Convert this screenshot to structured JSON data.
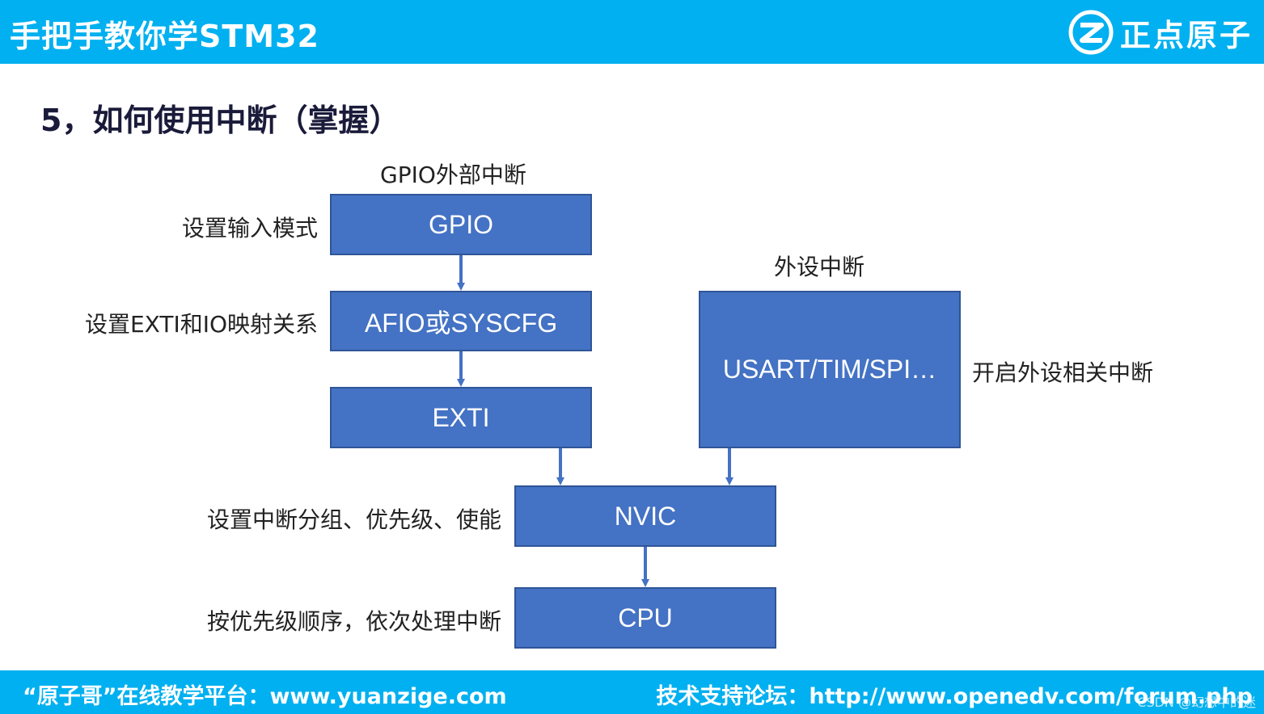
{
  "header": {
    "title": "手把手教你学STM32",
    "logo_text": "正点原子",
    "logo_icon": "zdyz-logo-icon"
  },
  "section_title": "5，如何使用中断（掌握）",
  "diagram": {
    "gpio_group_title": "GPIO外部中断",
    "periph_group_title": "外设中断",
    "boxes": {
      "gpio": "GPIO",
      "afio": "AFIO或SYSCFG",
      "exti": "EXTI",
      "periph": "USART/TIM/SPI…",
      "nvic": "NVIC",
      "cpu": "CPU"
    },
    "notes": {
      "gpio": "设置输入模式",
      "afio": "设置EXTI和IO映射关系",
      "periph": "开启外设相关中断",
      "nvic": "设置中断分组、优先级、使能",
      "cpu": "按优先级顺序，依次处理中断"
    },
    "colors": {
      "box_fill": "#4472c4",
      "box_border": "#2f5597",
      "arrow": "#4472c4",
      "header_bg": "#00b0f0"
    }
  },
  "footer": {
    "left": "“原子哥”在线教学平台：www.yuanzige.com",
    "right": "技术支持论坛：http://www.openedv.com/forum.php",
    "watermark": "CSDN @幻想中的迷"
  }
}
